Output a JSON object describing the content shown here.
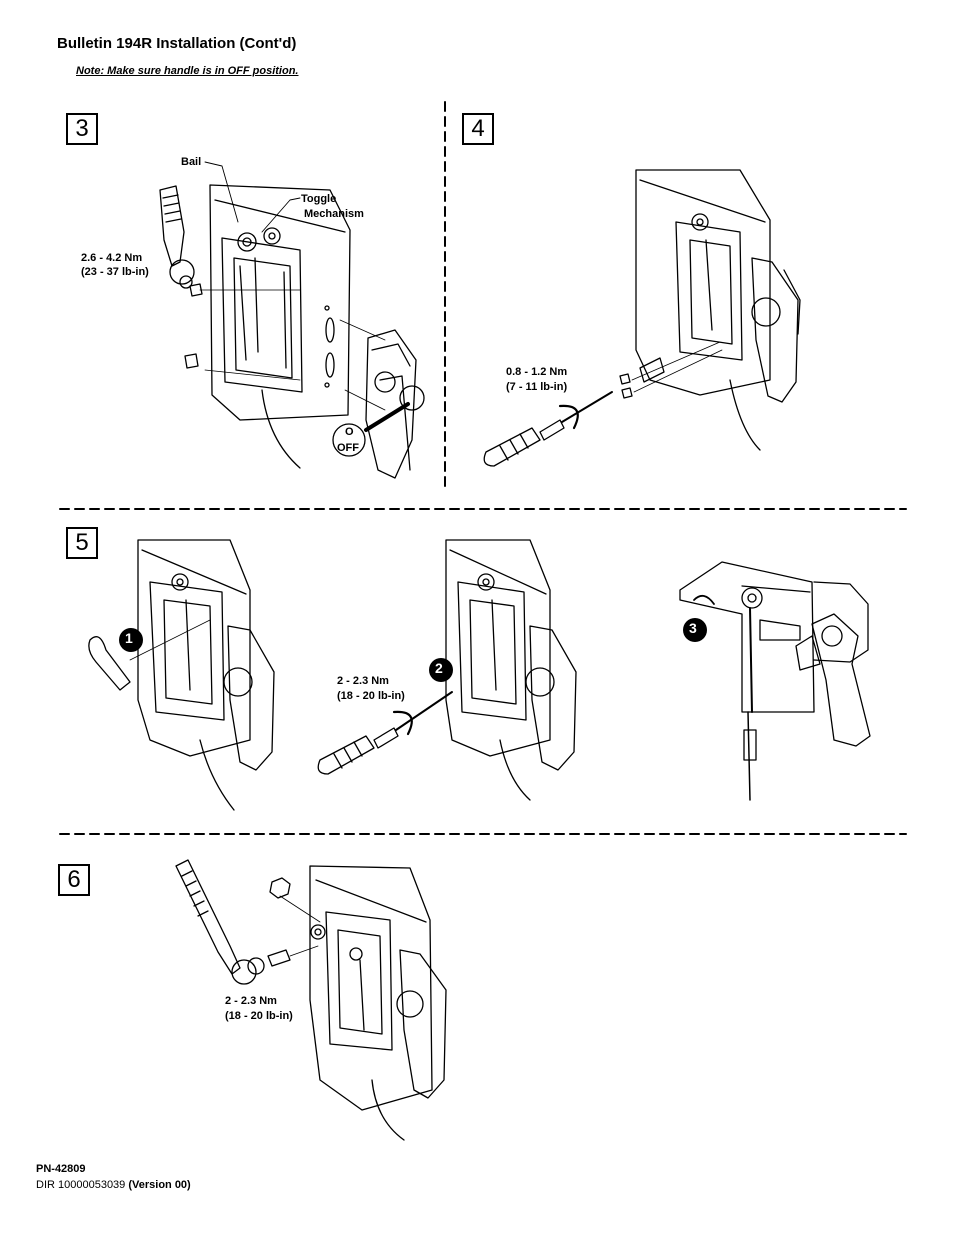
{
  "header": {
    "title": "Bulletin 194R Installation (Cont'd)",
    "note": "Note:  Make sure handle is in OFF position."
  },
  "steps": {
    "s3": {
      "number": "3",
      "bail_label": "Bail",
      "toggle_label_line1": "Toggle",
      "toggle_label_line2": "Mechanism",
      "torque_line1": "2.6 - 4.2 Nm",
      "torque_line2": "(23 - 37 lb-in)",
      "off_line1": "O",
      "off_line2": "OFF"
    },
    "s4": {
      "number": "4",
      "torque_line1": "0.8 - 1.2 Nm",
      "torque_line2": "(7 - 11 lb-in)"
    },
    "s5": {
      "number": "5",
      "callout1": "1",
      "callout2": "2",
      "callout3": "3",
      "torque_line1": "2 - 2.3 Nm",
      "torque_line2": "(18 - 20 lb-in)"
    },
    "s6": {
      "number": "6",
      "torque_line1": "2 - 2.3 Nm",
      "torque_line2": "(18 - 20 lb-in)"
    }
  },
  "footer": {
    "part_number": "PN-42809",
    "dir_text": "DIR 10000053039 ",
    "version": "(Version 00)"
  }
}
